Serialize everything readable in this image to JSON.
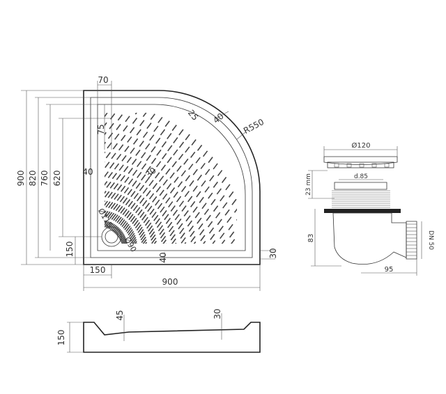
{
  "plan_view": {
    "dims": {
      "d70": "70",
      "d75": "75",
      "d25": "25",
      "d40_arc": "40",
      "r550": "R550",
      "d30_center": "30",
      "d40_left": "40",
      "d900_left": "900",
      "d820": "820",
      "d760": "760",
      "d620": "620",
      "d150_left": "150",
      "d115": "Ø115",
      "d90": "Ø90",
      "d40_bottom": "40",
      "d30_right": "30",
      "d150_bottom": "150",
      "d900_bottom": "900"
    }
  },
  "section_view": {
    "dims": {
      "d150": "150",
      "d45": "45",
      "d30": "30"
    }
  },
  "drain_view": {
    "dims": {
      "d120": "Ø120",
      "d23": "23 mm",
      "d85": "d.85",
      "d83": "83",
      "d95": "95",
      "dn50": "DN 50"
    }
  }
}
